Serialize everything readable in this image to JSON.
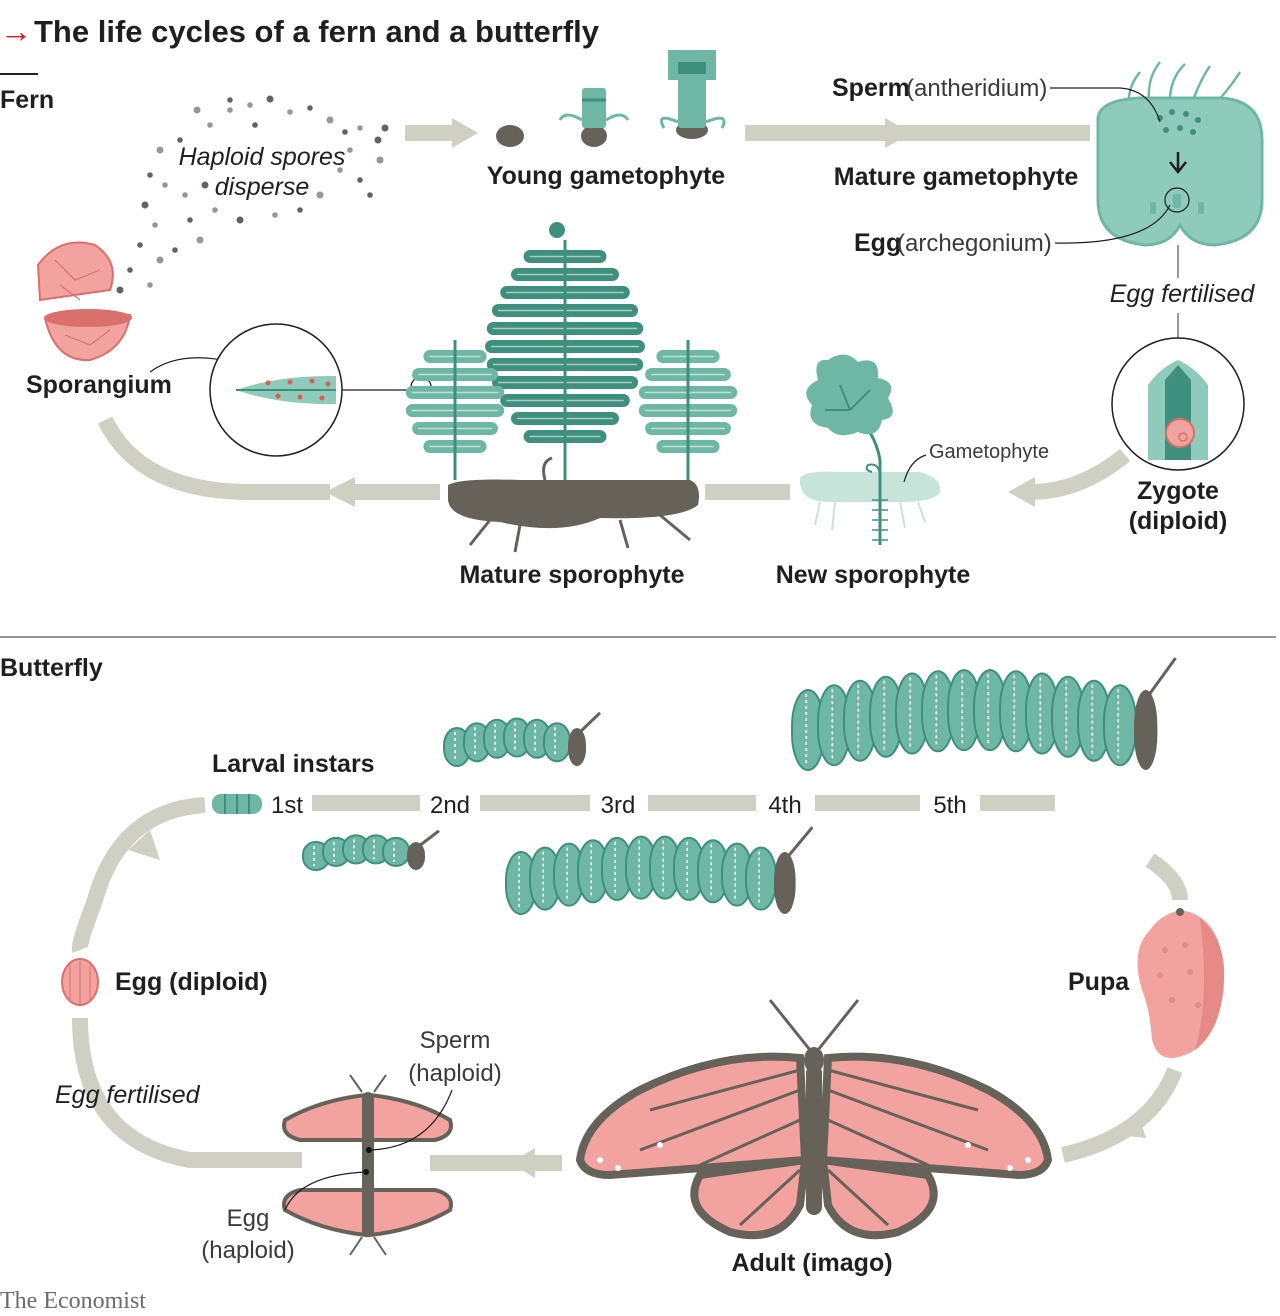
{
  "header": {
    "arrow": "→",
    "title": "The life cycles of a fern and a butterfly",
    "accent_color": "#e3120b"
  },
  "fern": {
    "section_label": "Fern",
    "spores_line1": "Haploid spores",
    "spores_line2": "disperse",
    "young_gametophyte": "Young gametophyte",
    "mature_gametophyte": "Mature gametophyte",
    "sperm_bold": "Sperm",
    "sperm_paren": "(antheridium)",
    "egg_bold": "Egg",
    "egg_paren": "(archegonium)",
    "egg_fertilised": "Egg fertilised",
    "zygote_line1": "Zygote",
    "zygote_line2": "(diploid)",
    "sporangium": "Sporangium",
    "gametophyte_small": "Gametophyte",
    "mature_sporophyte": "Mature sporophyte",
    "new_sporophyte": "New sporophyte"
  },
  "butterfly": {
    "section_label": "Butterfly",
    "larval_instars": "Larval instars",
    "instars": [
      "1st",
      "2nd",
      "3rd",
      "4th",
      "5th"
    ],
    "pupa": "Pupa",
    "egg_diploid": "Egg (diploid)",
    "egg_fertilised": "Egg fertilised",
    "sperm_line1": "Sperm",
    "sperm_line2": "(haploid)",
    "egg_line1": "Egg",
    "egg_line2": "(haploid)",
    "adult": "Adult (imago)"
  },
  "footer": {
    "source": "The Economist"
  },
  "colors": {
    "teal": "#6fb7a5",
    "teal_dark": "#3f8f7f",
    "pink": "#f2a3a0",
    "pink_dark": "#d9706c",
    "arrow_grey": "#cfcfc3",
    "soil": "#66625a"
  }
}
